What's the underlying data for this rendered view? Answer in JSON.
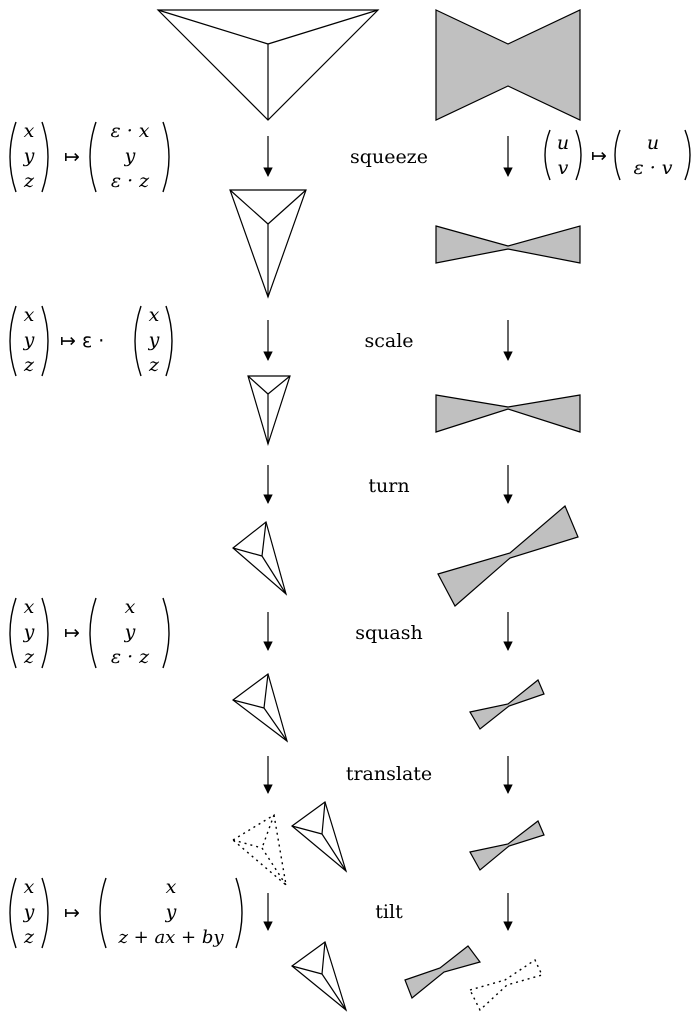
{
  "steps": [
    "squeeze",
    "scale",
    "turn",
    "squash",
    "translate",
    "tilt"
  ],
  "formulas": {
    "squeeze_left": {
      "in": [
        "x",
        "y",
        "z"
      ],
      "maps_to": "↦",
      "out": [
        "ε · x",
        "y",
        "ε · z"
      ]
    },
    "squeeze_right": {
      "in": [
        "u",
        "v"
      ],
      "maps_to": "↦",
      "out": [
        "u",
        "ε · v"
      ]
    },
    "scale": {
      "in": [
        "x",
        "y",
        "z"
      ],
      "maps_to": "↦ ε ·",
      "out": [
        "x",
        "y",
        "z"
      ]
    },
    "squash": {
      "in": [
        "x",
        "y",
        "z"
      ],
      "maps_to": "↦",
      "out": [
        "x",
        "y",
        "ε · z"
      ]
    },
    "tilt": {
      "in": [
        "x",
        "y",
        "z"
      ],
      "maps_to": "↦",
      "out": [
        "x",
        "y",
        "z + ax + by"
      ]
    }
  }
}
